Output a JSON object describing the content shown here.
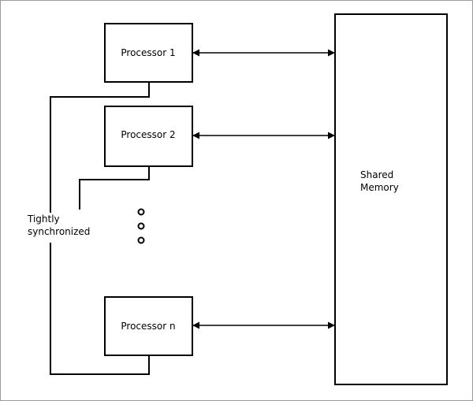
{
  "diagram": {
    "processors": [
      {
        "label": "Processor 1"
      },
      {
        "label": "Processor 2"
      },
      {
        "label": "Processor n"
      }
    ],
    "memory": {
      "line1": "Shared",
      "line2": "Memory"
    },
    "sync_label": {
      "line1": "Tightly",
      "line2": "synchronized"
    },
    "colors": {
      "stroke": "#000000",
      "background": "#ffffff",
      "frame": "#9a9a9a"
    }
  }
}
